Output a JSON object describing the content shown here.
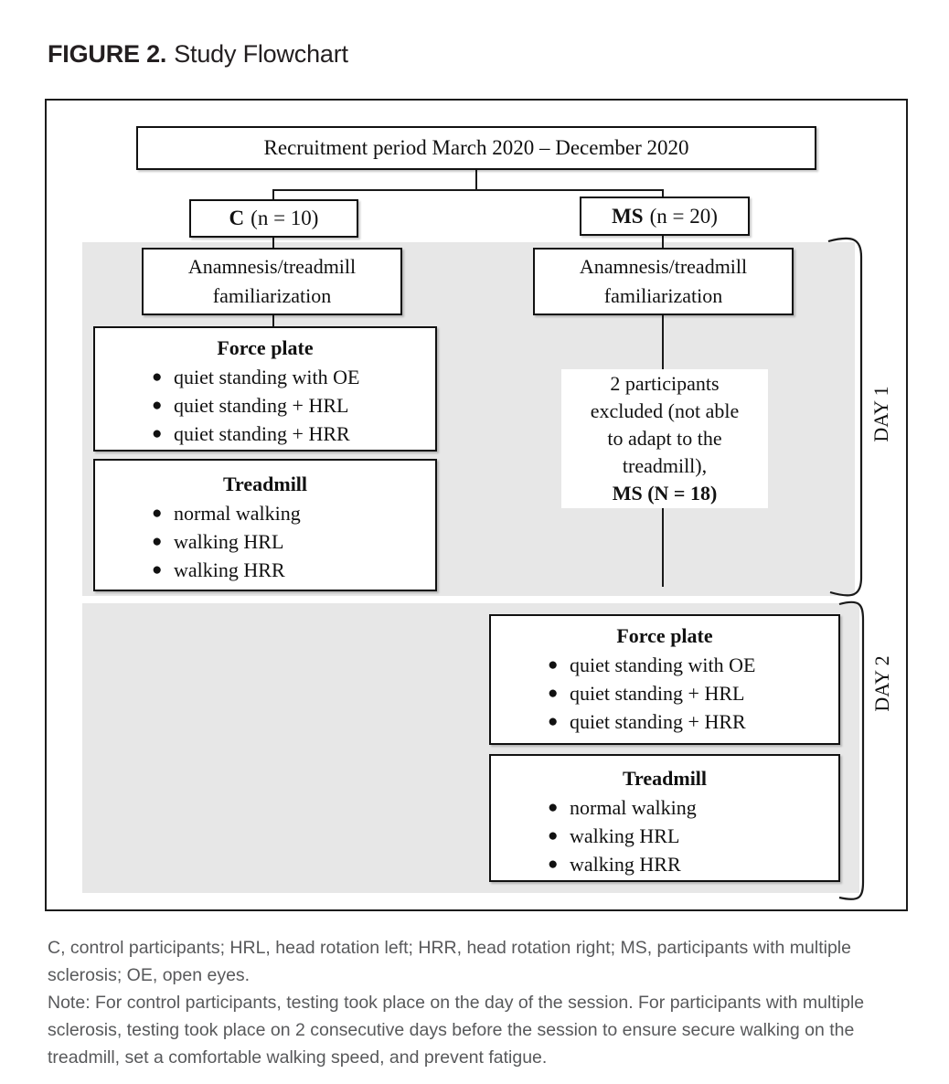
{
  "figure_title": {
    "label": "FIGURE 2.",
    "text": "Study Flowchart"
  },
  "flowchart": {
    "recruitment_text": "Recruitment period March 2020 – December 2020",
    "group_c": {
      "abbr": "C",
      "count": "(n = 10)"
    },
    "group_ms": {
      "abbr": "MS",
      "count": "(n = 20)"
    },
    "anamnesis_c": "Anamnesis/treadmill familiarization",
    "anamnesis_ms": "Anamnesis/treadmill familiarization",
    "excluded": {
      "lines": [
        "2 participants",
        "excluded (not able",
        "to adapt to the",
        "treadmill),"
      ],
      "result": "MS (N = 18)"
    },
    "day1": {
      "label": "DAY 1",
      "force_plate": {
        "heading": "Force plate",
        "items": [
          "quiet standing with OE",
          "quiet standing + HRL",
          "quiet standing + HRR"
        ]
      },
      "treadmill": {
        "heading": "Treadmill",
        "items": [
          "normal walking",
          "walking HRL",
          "walking HRR"
        ]
      }
    },
    "day2": {
      "label": "DAY 2",
      "force_plate": {
        "heading": "Force plate",
        "items": [
          "quiet standing with OE",
          "quiet standing + HRL",
          "quiet standing + HRR"
        ]
      },
      "treadmill": {
        "heading": "Treadmill",
        "items": [
          "normal walking",
          "walking HRL",
          "walking HRR"
        ]
      }
    }
  },
  "caption": {
    "abbreviations": "C, control participants; HRL, head rotation left; HRR, head rotation right;  MS, participants with multiple sclerosis; OE, open eyes.",
    "note": "Note: For control participants, testing took place on the day of the session. For participants with multiple sclerosis, testing took place on 2 consecutive days before the session to ensure secure walking on the treadmill, set a comfortable walking speed, and prevent fatigue."
  },
  "colors": {
    "shaded_region": "#e7e7e7",
    "box_border": "#111111",
    "caption_text": "#58595b"
  }
}
